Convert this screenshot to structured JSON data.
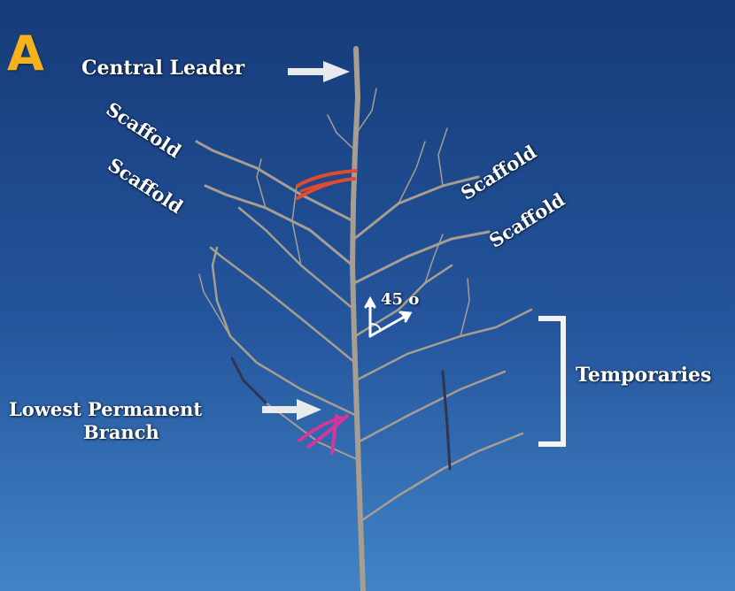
{
  "panel_letter": "A",
  "labels": {
    "central_leader": "Central Leader",
    "scaffold_1": "Scaffold",
    "scaffold_2": "Scaffold",
    "scaffold_3": "Scaffold",
    "scaffold_4": "Scaffold",
    "angle": "45 o",
    "temporaries": "Temporaries",
    "lowest_line_1": "Lowest Permanent",
    "lowest_line_2": "Branch"
  },
  "colors": {
    "sky_top": "#173e7e",
    "sky_bottom": "#3d7bc2",
    "panel_letter": "#f4b21c",
    "bark": "#a59a8e",
    "bark_dark": "#3a3f55",
    "ribbon_red": "#e2452c",
    "ribbon_pink": "#d63596",
    "annotation": "#ffffff"
  },
  "icons": [
    "arrow-right-icon",
    "bracket-icon",
    "angle-marker-icon"
  ]
}
